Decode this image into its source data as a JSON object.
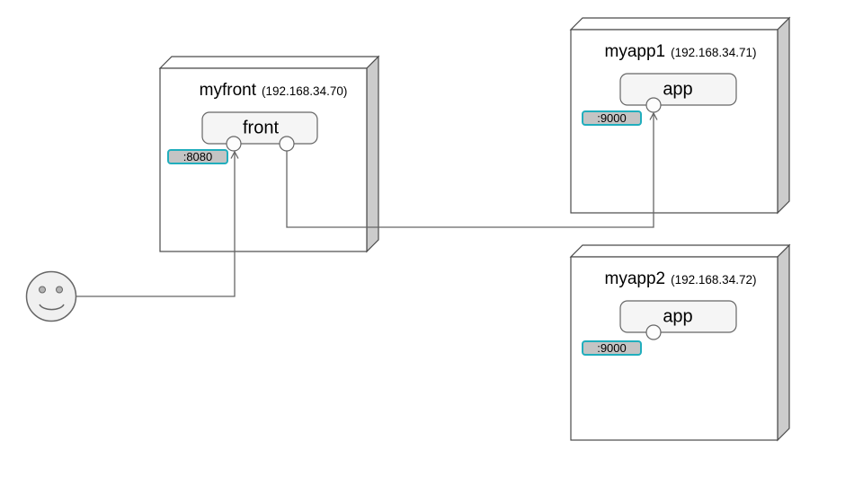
{
  "diagram": {
    "nodes": [
      {
        "name": "myfront",
        "ip": "(192.168.34.70)",
        "component": "front",
        "port": ":8080"
      },
      {
        "name": "myapp1",
        "ip": "(192.168.34.71)",
        "component": "app",
        "port": ":9000"
      },
      {
        "name": "myapp2",
        "ip": "(192.168.34.72)",
        "component": "app",
        "port": ":9000"
      }
    ],
    "actor": {
      "type": "smiley-user"
    },
    "edges": [
      {
        "from": "user",
        "to": "myfront.front :8080",
        "arrow": "open"
      },
      {
        "from": "myfront.front",
        "to": "myapp1.app :9000",
        "arrow": "open"
      }
    ],
    "colors": {
      "background": "#ffffff",
      "badge_border": "#21aebd",
      "badge_fill": "#c4c4c4",
      "component_fill": "#f5f5f5",
      "node_face_fill": "#ffffff",
      "node_side_fill": "#cccccc",
      "node_stroke": "#4a4a4a",
      "line_stroke": "#666666",
      "smiley_fill": "#f0f0f0"
    }
  }
}
